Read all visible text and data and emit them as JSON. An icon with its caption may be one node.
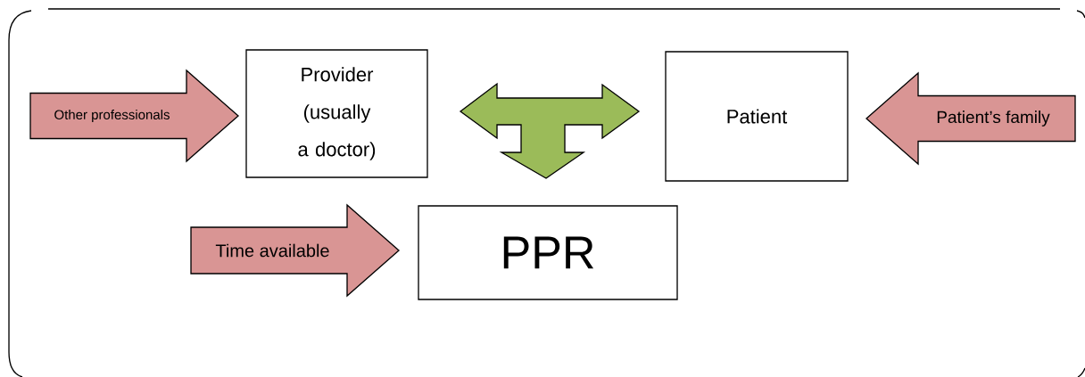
{
  "diagram": {
    "nodes": [
      {
        "text": [
          "Provider (usually a doctor)"
        ]
      },
      {
        "text": [
          "Patient"
        ]
      },
      {
        "text": [
          "PPR"
        ]
      }
    ],
    "edges": [
      {
        "from": null,
        "to": 0,
        "arrow": "to",
        "label": "Other professionals"
      },
      {
        "from": null,
        "to": 2,
        "arrow": "to",
        "label": "Time available"
      },
      {
        "from": null,
        "to": 1,
        "arrow": "to",
        "label": "Patient’s family"
      },
      {
        "from": 0,
        "to": 1,
        "arrow": "both",
        "color": "#9bbb59"
      },
      {
        "from": null,
        "to": 2,
        "arrow": "to",
        "color": "#9bbb59"
      }
    ]
  }
}
